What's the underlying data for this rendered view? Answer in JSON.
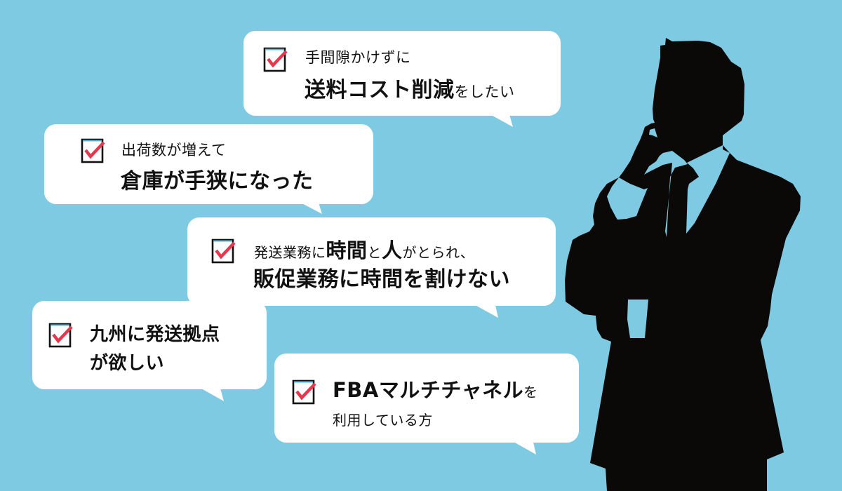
{
  "background_color": "#7ecae2",
  "accent_check_color": "#e5384f",
  "icon_box_top_color": "#5ab4d6",
  "bubbles": [
    {
      "id": "cost-reduction",
      "icon": "checkbox-checked-icon",
      "line1": "手間隙かけずに",
      "line2_bold": "送料コスト削減",
      "line2_regular": "をしたい"
    },
    {
      "id": "warehouse-space",
      "icon": "checkbox-checked-icon",
      "line1": "出荷数が増えて",
      "line2_bold": "倉庫が手狭になった"
    },
    {
      "id": "time-shortage",
      "icon": "checkbox-checked-icon",
      "line1_a": "発送業務に",
      "line1_b_bold": "時間",
      "line1_c": "と",
      "line1_d_bold": "人",
      "line1_e": "がとられ、",
      "line2_bold": "販促業務に時間を割けない"
    },
    {
      "id": "kyushu-base",
      "icon": "checkbox-checked-icon",
      "line1_bold": "九州に発送拠点",
      "line2_bold": "が欲しい"
    },
    {
      "id": "fba-multichannel",
      "icon": "checkbox-checked-icon",
      "line1_bold": "FBAマルチチャネル",
      "line1_regular": "を",
      "line2": "利用している方"
    }
  ],
  "figure": {
    "description": "businessman-silhouette",
    "color": "#0a0908"
  }
}
